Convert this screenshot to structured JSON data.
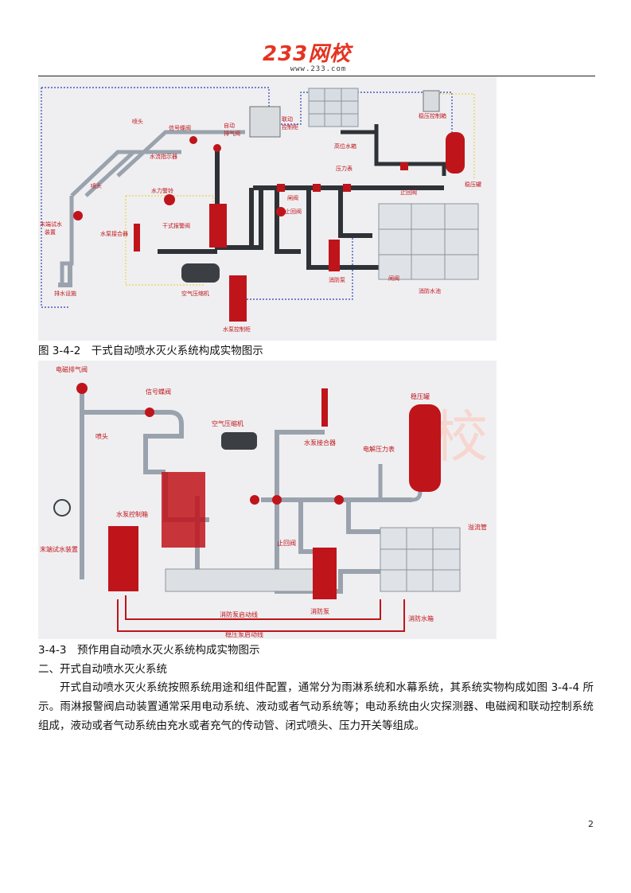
{
  "header": {
    "logo_main": "233网校",
    "logo_sub": "www.233.com"
  },
  "figure1": {
    "caption": "图 3-4-2　干式自动喷水灭火系统构成实物图示",
    "labels": {
      "nozzle_top": "喷头",
      "signal_valve": "信号蝶阀",
      "auto_vent": "自动排气阀",
      "linkage_cabinet": "联动控制柜",
      "high_tank": "高位水箱",
      "pressure_cabinet": "稳压控制箱",
      "flow_indicator": "水流指示器",
      "nozzle_mid": "喷头",
      "pressure_gauge": "压力表",
      "check_valve_top": "止回阀",
      "pressure_tank": "稳压罐",
      "water_bell": "水力警铃",
      "gate_valve": "闸阀",
      "end_test": "末端试水装置",
      "pump_connector": "水泵接合器",
      "dry_alarm_valve": "干式报警阀",
      "check_valve": "止回阀",
      "air_compressor": "空气压缩机",
      "fire_pump": "消防泵",
      "gate_valve2": "闸阀",
      "fire_pool": "消防水池",
      "drain": "排水设施",
      "pump_cabinet": "水泵控制柜"
    }
  },
  "figure2": {
    "caption": "3-4-3　预作用自动喷水灭火系统构成实物图示",
    "labels": {
      "solenoid_vent": "电磁排气阀",
      "signal_valve": "信号蝶阀",
      "nozzle": "喷头",
      "air_compressor": "空气压缩机",
      "pump_connector": "水泵接合器",
      "pressure_tank": "稳压罐",
      "electric_gauge": "电解压力表",
      "pump_cabinet": "水泵控制箱",
      "end_test": "末端试水装置",
      "overflow": "溢流管",
      "check_valve": "止回阀",
      "fire_pump": "消防泵",
      "fire_tank": "消防水箱",
      "pump_start_line": "消防泵启动线",
      "stab_start_line": "稳压泵启动线"
    }
  },
  "body": {
    "section_title": "二、开式自动喷水灭火系统",
    "paragraph": "开式自动喷水灭火系统按照系统用途和组件配置，通常分为雨淋系统和水幕系统，其系统实物构成如图 3-4-4 所示。雨淋报警阀启动装置通常采用电动系统、液动或者气动系统等；电动系统由火灾探测器、电磁阀和联动控制系统组成，液动或者气动系统由充水或者充气的传动管、闭式喷头、压力开关等组成。"
  },
  "footer": {
    "page_number": "2"
  },
  "colors": {
    "brand_red": "#e53322",
    "pipe_red": "#c0141b",
    "dash_blue": "#2b3fb8",
    "dash_yellow": "#e8d24a",
    "figure_bg": "#efeff1"
  }
}
